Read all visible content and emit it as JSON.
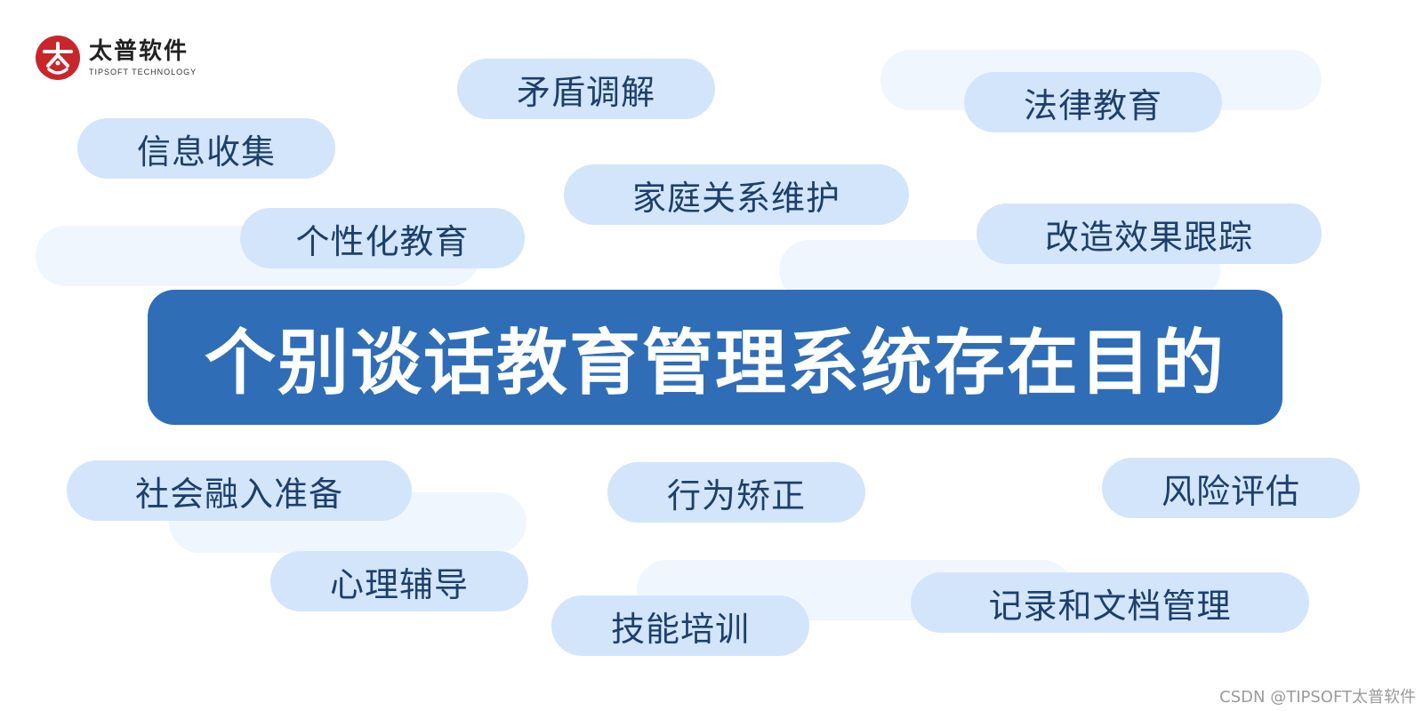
{
  "logo": {
    "cn": "太普软件",
    "en": "TIPSOFT TECHNOLOGY"
  },
  "title": "个别谈话教育管理系统存在目的",
  "keywords": {
    "maodun": "矛盾调解",
    "falv": "法律教育",
    "xinxi": "信息收集",
    "jiating": "家庭关系维护",
    "gexinghua": "个性化教育",
    "gaizao": "改造效果跟踪",
    "shehui": "社会融入准备",
    "xingwei": "行为矫正",
    "fengxian": "风险评估",
    "xinli": "心理辅导",
    "jineng": "技能培训",
    "jilu": "记录和文档管理"
  },
  "watermark": "CSDN @TIPSOFT太普软件",
  "colors": {
    "banner": "#2f6db7",
    "pill": "#d3e5fb",
    "ghost_pill": "#f0f6fe",
    "pill_text": "#1d3f6b",
    "logo_red": "#c8262b"
  }
}
